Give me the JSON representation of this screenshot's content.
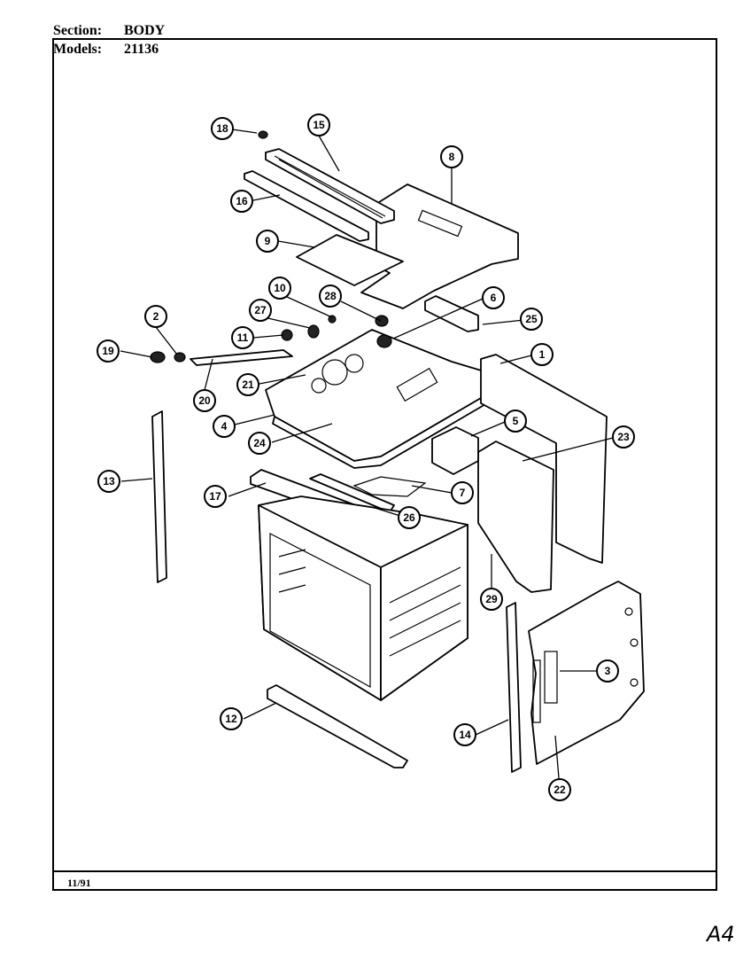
{
  "header": {
    "section_label": "Section:",
    "section_value": "BODY",
    "models_label": "Models:",
    "models_value": "21136"
  },
  "footer": {
    "date": "11/91"
  },
  "handwritten_note": "A4",
  "callouts": [
    {
      "number": "1"
    },
    {
      "number": "2"
    },
    {
      "number": "3"
    },
    {
      "number": "4"
    },
    {
      "number": "5"
    },
    {
      "number": "6"
    },
    {
      "number": "7"
    },
    {
      "number": "8"
    },
    {
      "number": "9"
    },
    {
      "number": "10"
    },
    {
      "number": "11"
    },
    {
      "number": "12"
    },
    {
      "number": "13"
    },
    {
      "number": "14"
    },
    {
      "number": "15"
    },
    {
      "number": "16"
    },
    {
      "number": "17"
    },
    {
      "number": "18"
    },
    {
      "number": "19"
    },
    {
      "number": "20"
    },
    {
      "number": "21"
    },
    {
      "number": "22"
    },
    {
      "number": "23"
    },
    {
      "number": "24"
    },
    {
      "number": "25"
    },
    {
      "number": "26"
    },
    {
      "number": "27"
    },
    {
      "number": "28"
    },
    {
      "number": "29"
    }
  ]
}
